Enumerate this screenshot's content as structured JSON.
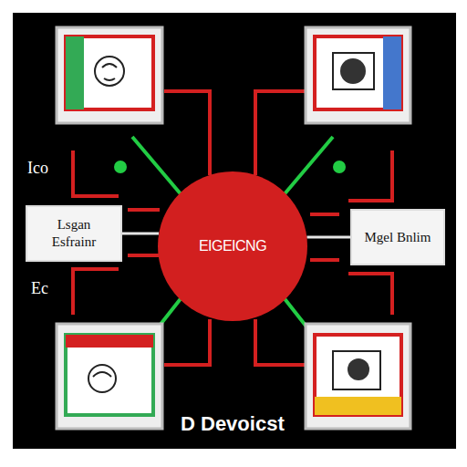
{
  "diagram": {
    "nodes": [
      {
        "text": [
          "Lsgan Esfrainr"
        ]
      },
      {
        "text": [
          "EIGEICNG"
        ]
      },
      {
        "text": [
          "Mgel Bnlim"
        ]
      }
    ],
    "edges": [
      {
        "from": 1,
        "to": 0,
        "arrow": "none"
      },
      {
        "from": 1,
        "to": 2,
        "arrow": "none"
      }
    ],
    "labels": [
      "Ico",
      "Ec",
      "D Devoicst"
    ]
  }
}
